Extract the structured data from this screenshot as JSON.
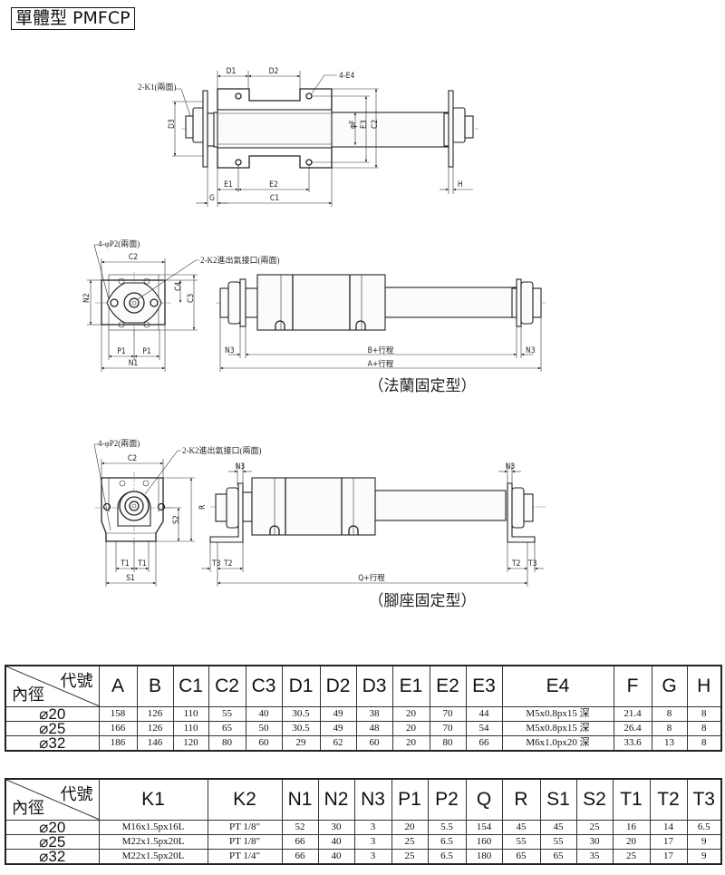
{
  "title": "單體型 PMFCP",
  "drawing_top": {
    "labels": {
      "k1": "2-K1(兩面)",
      "e4": "4-E4",
      "d1": "D1",
      "d2": "D2",
      "d3": "D3",
      "e1": "E1",
      "e2": "E2",
      "c1": "C1",
      "g": "G",
      "f": "φF",
      "e3": "E3",
      "c2": "C2",
      "h": "H"
    }
  },
  "drawing_flange": {
    "labels": {
      "p2": "4-φP2(兩面)",
      "k2": "2-K2進出氣接口(兩面)",
      "c2": "C2",
      "n2": "N2",
      "c4": "C4",
      "c3": "C3",
      "p1a": "P1",
      "p1b": "P1",
      "n1": "N1",
      "n3a": "N3",
      "n3b": "N3",
      "b": "B+行程",
      "a": "A+行程"
    },
    "caption": "（法蘭固定型）"
  },
  "drawing_foot": {
    "labels": {
      "p2": "4-φP2(兩面)",
      "k2": "2-K2進出氣接口(兩面)",
      "c2": "C2",
      "r": "R",
      "s2": "S2",
      "t1a": "T1",
      "t1b": "T1",
      "s1": "S1",
      "n3a": "N3",
      "n3b": "N3",
      "t3a": "T3",
      "t2a": "T2",
      "t2b": "T2",
      "t3b": "T3",
      "q": "Q+行程"
    },
    "caption": "（腳座固定型）"
  },
  "table_header": {
    "code": "代號",
    "bore": "內徑"
  },
  "table1": {
    "columns": [
      "A",
      "B",
      "C1",
      "C2",
      "C3",
      "D1",
      "D2",
      "D3",
      "E1",
      "E2",
      "E3",
      "E4",
      "F",
      "G",
      "H"
    ],
    "rows": [
      {
        "bore": "⌀20",
        "values": [
          "158",
          "126",
          "110",
          "55",
          "40",
          "30.5",
          "49",
          "38",
          "20",
          "70",
          "44",
          "M5x0.8px15 深",
          "21.4",
          "8",
          "8"
        ]
      },
      {
        "bore": "⌀25",
        "values": [
          "166",
          "126",
          "110",
          "65",
          "50",
          "30.5",
          "49",
          "48",
          "20",
          "70",
          "54",
          "M5x0.8px15 深",
          "26.4",
          "8",
          "8"
        ]
      },
      {
        "bore": "⌀32",
        "values": [
          "186",
          "146",
          "120",
          "80",
          "60",
          "29",
          "62",
          "60",
          "20",
          "80",
          "66",
          "M6x1.0px20 深",
          "33.6",
          "13",
          "8"
        ]
      }
    ]
  },
  "table2": {
    "columns": [
      "K1",
      "K2",
      "N1",
      "N2",
      "N3",
      "P1",
      "P2",
      "Q",
      "R",
      "S1",
      "S2",
      "T1",
      "T2",
      "T3"
    ],
    "rows": [
      {
        "bore": "⌀20",
        "values": [
          "M16x1.5px16L",
          "PT 1/8\"",
          "52",
          "30",
          "3",
          "20",
          "5.5",
          "154",
          "45",
          "45",
          "25",
          "16",
          "14",
          "6.5"
        ]
      },
      {
        "bore": "⌀25",
        "values": [
          "M22x1.5px20L",
          "PT 1/8\"",
          "66",
          "40",
          "3",
          "25",
          "6.5",
          "160",
          "55",
          "55",
          "30",
          "20",
          "17",
          "9"
        ]
      },
      {
        "bore": "⌀32",
        "values": [
          "M22x1.5px20L",
          "PT 1/4\"",
          "66",
          "40",
          "3",
          "25",
          "6.5",
          "180",
          "65",
          "65",
          "35",
          "25",
          "17",
          "9"
        ]
      }
    ]
  }
}
